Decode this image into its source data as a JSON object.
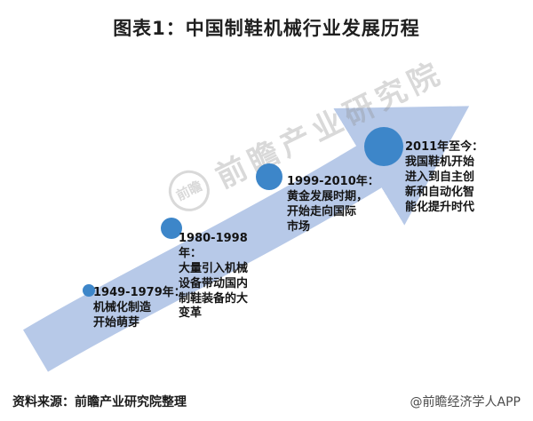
{
  "title": "图表1：中国制鞋机械行业发展历程",
  "colors": {
    "arrow": "#b7c9e8",
    "node": "#3d86c9"
  },
  "watermark": {
    "logo_text": "前瞻",
    "text": "前瞻产业研究院"
  },
  "timeline": {
    "nodes": [
      {
        "label": "1949-1979年：\n机械化制造\n开始萌芽"
      },
      {
        "label": "1980-1998年：\n大量引入机械\n设备带动国内\n制鞋装备的大\n变革"
      },
      {
        "label": "1999-2010年：\n黄金发展时期，\n开始走向国际\n市场"
      },
      {
        "label": "2011年至今：\n我国鞋机开始\n进入到自主创\n新和自动化智\n能化提升时代"
      }
    ]
  },
  "footer": {
    "source": "资料来源：前瞻产业研究院整理",
    "credit": "@前瞻经济学人APP"
  }
}
